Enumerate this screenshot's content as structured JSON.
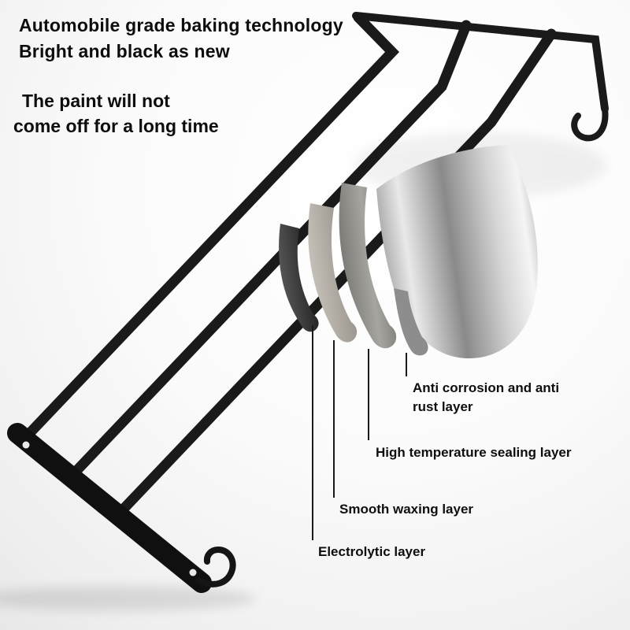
{
  "headline": {
    "line1": "Automobile grade baking technology",
    "line2": "Bright and black as new"
  },
  "subheadline": {
    "line1": "The paint will not",
    "line2": "come off for a long time"
  },
  "callouts": {
    "anti_corrosion": "Anti corrosion and anti rust layer",
    "high_temperature": "High temperature sealing layer",
    "smooth_waxing": "Smooth waxing layer",
    "electrolytic": "Electrolytic layer"
  },
  "colors": {
    "background": "#f3f3f3",
    "text": "#0d0d0d",
    "rack_black": "#1a1a1a",
    "layer_anti_corrosion_silver": "#d9d9d9",
    "layer_sealing_gray": "#8f8e8a",
    "layer_waxing_gray": "#b4b0a7",
    "layer_electrolytic_dark": "#3a3a3a"
  }
}
